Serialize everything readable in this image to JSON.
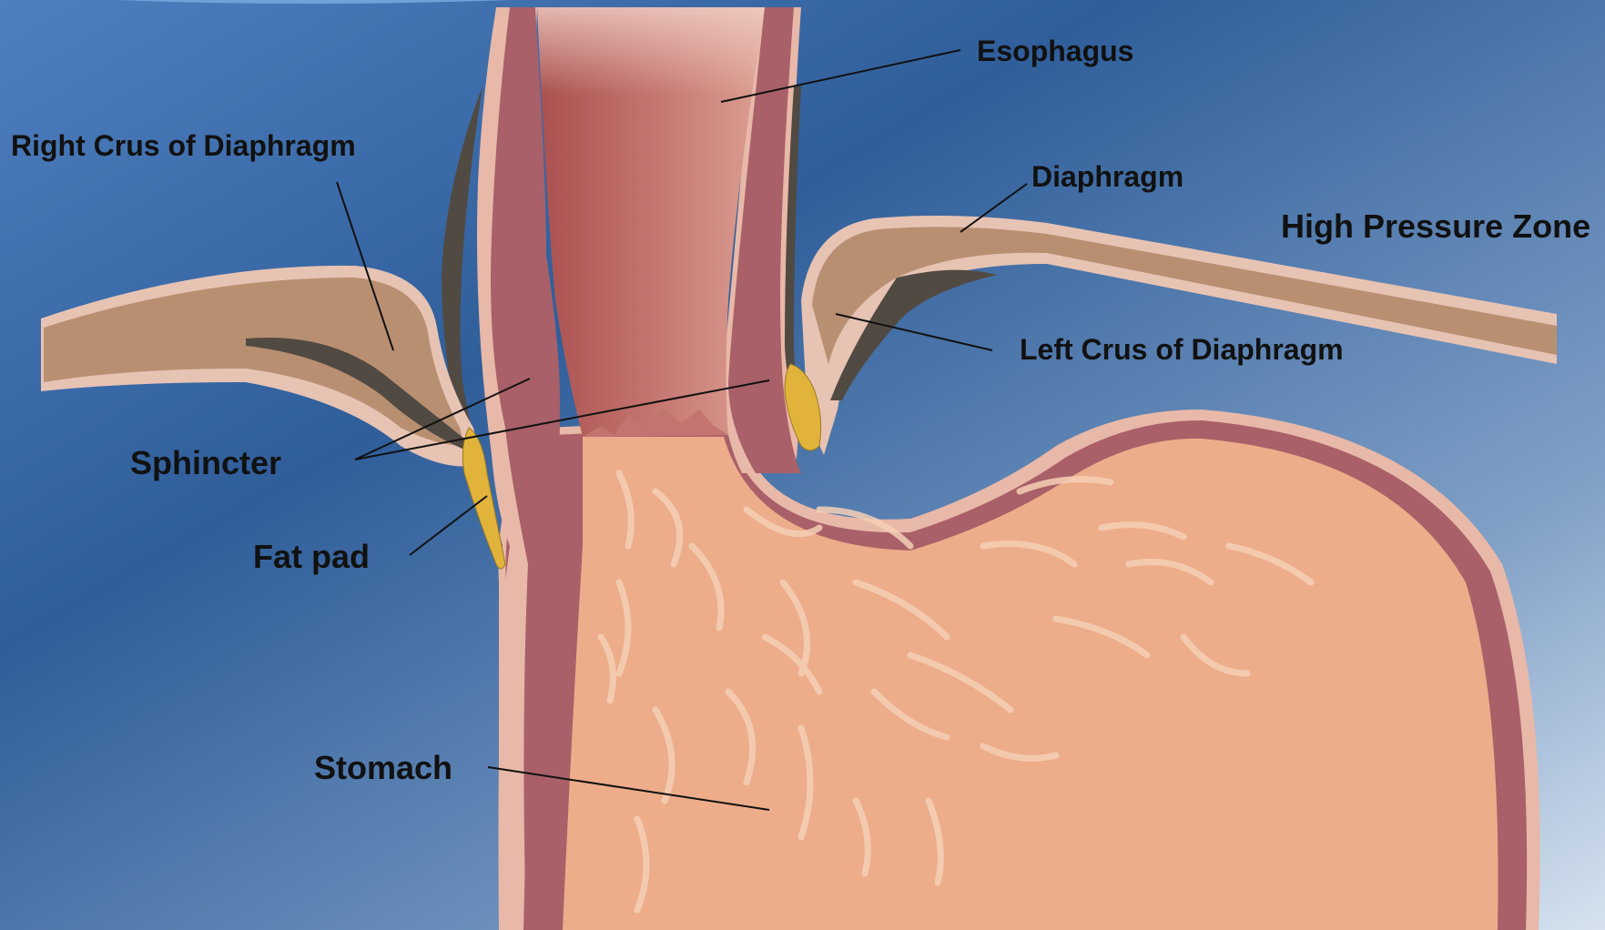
{
  "labels": {
    "esophagus": "Esophagus",
    "right_crus": "Right Crus of Diaphragm",
    "diaphragm": "Diaphragm",
    "high_pressure_zone": "High Pressure Zone",
    "left_crus": "Left Crus of Diaphragm",
    "sphincter": "Sphincter",
    "fat_pad": "Fat pad",
    "stomach": "Stomach"
  },
  "colors": {
    "background_dark": "#2f5e9a",
    "background_light": "#d6e2ef",
    "diaphragm_muscle": "#b98f72",
    "diaphragm_border": "#e7c3b4",
    "crus_shadow": "#514a42",
    "esophagus_wall": "#a96068",
    "esophagus_lumen": "#c47470",
    "stomach_mucosa": "#edad8a",
    "fat_pad": "#e2b33a",
    "leader_line": "#111111"
  }
}
